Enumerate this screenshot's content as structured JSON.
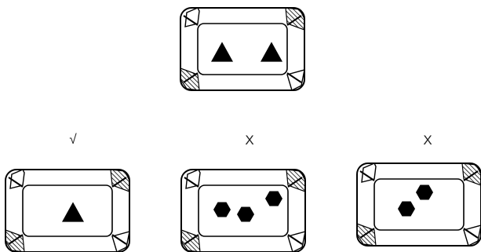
{
  "reference": {
    "shapes": [
      "triangle",
      "triangle"
    ]
  },
  "options": [
    {
      "mark": "√",
      "shapes": [
        "triangle"
      ]
    },
    {
      "mark": "X",
      "shapes": [
        "hexagon",
        "hexagon",
        "hexagon"
      ]
    },
    {
      "mark": "X",
      "shapes": [
        "hexagon",
        "hexagon"
      ]
    }
  ]
}
